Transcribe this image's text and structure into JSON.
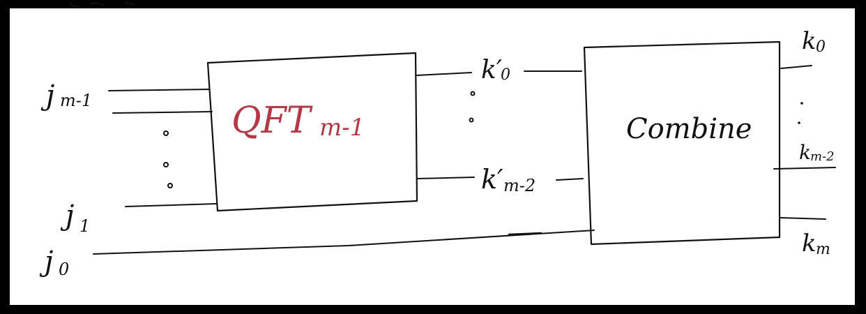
{
  "colors": {
    "background": "#000000",
    "canvas": "#ffffff",
    "ink": "#111111",
    "accent": "#b03a48"
  },
  "diagram": {
    "qft_box": {
      "label": "QFT",
      "subscript": "m-1"
    },
    "combine_box": {
      "label": "Combine"
    },
    "inputs": [
      {
        "label": "j",
        "subscript": "m-1"
      },
      {
        "label": "j",
        "subscript": "1"
      },
      {
        "label": "j",
        "subscript": "0"
      }
    ],
    "intermediate": [
      {
        "label": "k′",
        "subscript": "0"
      },
      {
        "label": "k′",
        "subscript": "m-2"
      }
    ],
    "outputs": [
      {
        "label": "k",
        "subscript": "0"
      },
      {
        "label": "k",
        "subscript": "m-2"
      },
      {
        "label": "k",
        "subscript": "m"
      }
    ]
  }
}
